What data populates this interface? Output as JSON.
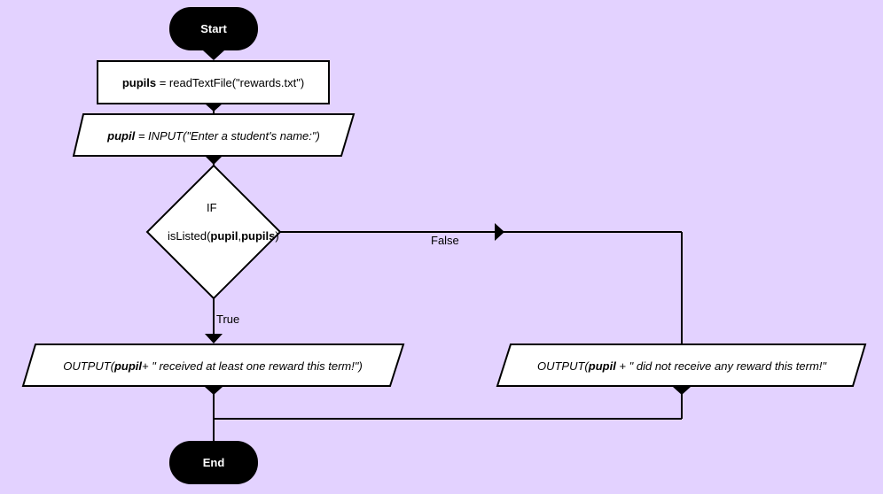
{
  "diagram": {
    "start_label": "Start",
    "end_label": "End",
    "assign_var": "pupils",
    "assign_expr": " = readTextFile(\"rewards.txt\")",
    "input_var": "pupil",
    "input_expr": " = INPUT(\"Enter a student's name:\")",
    "decision_keyword": "IF",
    "decision_func": "isListed(",
    "decision_arg1": "pupil",
    "decision_sep": ",",
    "decision_arg2": "pupils",
    "decision_close": ")",
    "true_label": "True",
    "false_label": "False",
    "output_true_prefix": "OUTPUT(",
    "output_true_var": "pupil",
    "output_true_rest": "+ \" received at least one reward this term!\")",
    "output_false_prefix": "OUTPUT(",
    "output_false_var": "pupil",
    "output_false_rest": " + \" did not receive any reward this term!\""
  }
}
